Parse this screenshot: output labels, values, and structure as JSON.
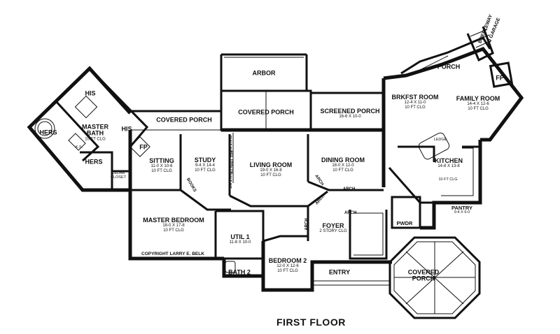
{
  "title": "FIRST FLOOR",
  "copyright": "COPYRIGHT LARRY E. BELK",
  "breezeway": [
    "BREEZEWAY",
    "TO GARAGE"
  ],
  "rooms": {
    "arbor": {
      "name": "ARBOR"
    },
    "covered_porch_center": {
      "name": "COVERED PORCH"
    },
    "screened_porch": {
      "name": "SCREENED PORCH",
      "dims": "16-6 X 10-0"
    },
    "brkfst_room": {
      "name": "BRKFST ROOM",
      "dims": "12-4 X 11-0",
      "clg": "10 FT CLG"
    },
    "family_room": {
      "name": "FAMILY ROOM",
      "dims": "14-4 X 12-6",
      "clg": "10 FT CLG"
    },
    "porch": {
      "name": "PORCH"
    },
    "fp_family": {
      "name": "FP"
    },
    "kitchen": {
      "name": "KITCHEN",
      "dims": "14-8 X 13-8",
      "clg": "10 FT CLG"
    },
    "ledge": {
      "name": "LEDGE"
    },
    "pantry": {
      "name": "PANTRY",
      "dims": "9-4 X 6-0"
    },
    "pwdr": {
      "name": "PWDR"
    },
    "foyer": {
      "name": "FOYER",
      "clg": "2 STORY CLG"
    },
    "entry": {
      "name": "ENTRY"
    },
    "covered_porch_round": {
      "name": [
        "COVERED",
        "PORCH"
      ]
    },
    "dining_room": {
      "name": "DINING ROOM",
      "dims": "18-0 X 12-0",
      "clg": "10 FT CLG"
    },
    "living_room": {
      "name": "LIVING ROOM",
      "dims": "19-0 X 16-8",
      "clg": "10 FT CLG"
    },
    "study": {
      "name": "STUDY",
      "dims": "9-4 X 14-4",
      "clg": "10 FT CLG"
    },
    "sitting": {
      "name": "SITTING",
      "dims": "11-0 X 10-6",
      "clg": "10 FT CLG"
    },
    "covered_porch_left": {
      "name": "COVERED PORCH"
    },
    "master_bath": {
      "name": [
        "MASTER",
        "BATH"
      ],
      "clg": "10 FT CLG"
    },
    "his_top": {
      "name": "HIS"
    },
    "his_side": {
      "name": "HIS"
    },
    "hers_left": {
      "name": "HERS"
    },
    "hers_closet": {
      "name": "HERS"
    },
    "ks": {
      "name": "K.S."
    },
    "fp_master": {
      "name": "FP"
    },
    "cedar_closet": {
      "name": [
        "CEDAR",
        "CLOSET"
      ]
    },
    "master_bedroom": {
      "name": "MASTER BEDROOM",
      "dims": "18-0 X 17-8",
      "clg": "10 FT CLG"
    },
    "util": {
      "name": "UTIL 1",
      "dims": "11-8 X 10-0"
    },
    "bath2": {
      "name": "BATH 2"
    },
    "bedroom2": {
      "name": "BEDROOM 2",
      "dims": "12-0 X 12-6",
      "clg": "10 FT CLG"
    }
  },
  "tags": {
    "arch_dining": "ARCH",
    "arch_foyer": "ARCH",
    "arch_diag1": "ARCH",
    "arch_diag2": "ARCH",
    "arch_vert": "ARCH",
    "books": "BOOKS",
    "built_ins_1": "BUILT INS",
    "built_ins_2": "BUILT INS",
    "see_thru_fp": "SEE THRU FP"
  }
}
